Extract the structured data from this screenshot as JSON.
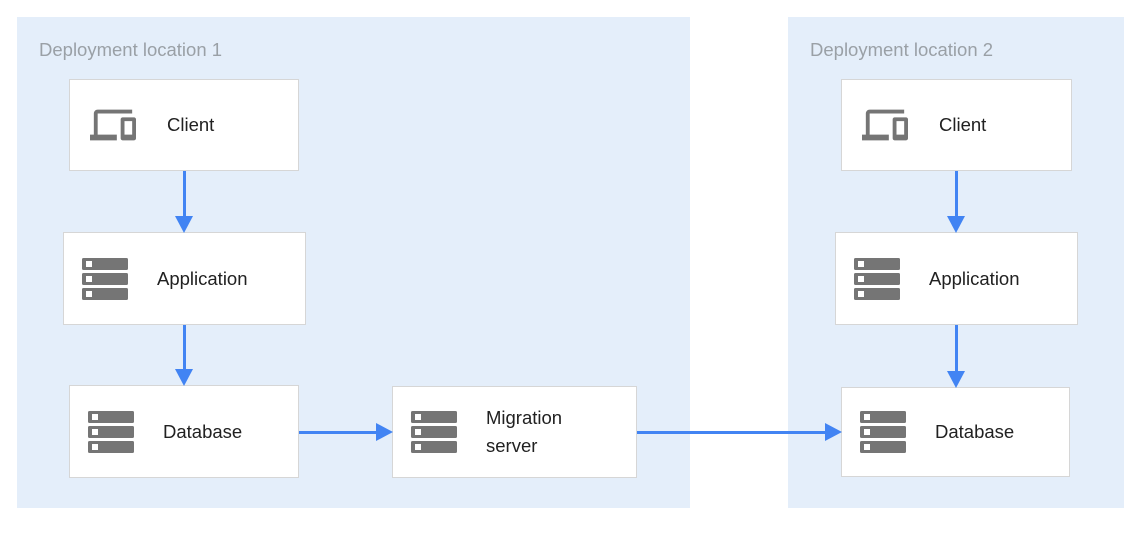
{
  "diagram": {
    "colors": {
      "panel_fill": "#e4eefa",
      "arrow": "#4284f3",
      "icon": "#757575",
      "box_border": "#d6d6d6",
      "panel_title": "#9aa0a6",
      "node_label": "#212121",
      "background": "#ffffff"
    },
    "panels": [
      {
        "title": "Deployment location 1",
        "nodes": [
          {
            "label": "Client",
            "icon": "devices-icon"
          },
          {
            "label": "Application",
            "icon": "server-stack-icon"
          },
          {
            "label": "Database",
            "icon": "server-stack-icon"
          }
        ]
      },
      {
        "title": "Deployment location 2",
        "nodes": [
          {
            "label": "Client",
            "icon": "devices-icon"
          },
          {
            "label": "Application",
            "icon": "server-stack-icon"
          },
          {
            "label": "Database",
            "icon": "server-stack-icon"
          }
        ]
      }
    ],
    "nodes": {
      "migration": {
        "label": "Migration server",
        "icon": "server-stack-icon"
      }
    },
    "edges": [
      {
        "from": "client-1",
        "to": "application-1"
      },
      {
        "from": "application-1",
        "to": "database-1"
      },
      {
        "from": "database-1",
        "to": "migration-server"
      },
      {
        "from": "migration-server",
        "to": "database-2"
      },
      {
        "from": "client-2",
        "to": "application-2"
      },
      {
        "from": "application-2",
        "to": "database-2"
      }
    ]
  }
}
